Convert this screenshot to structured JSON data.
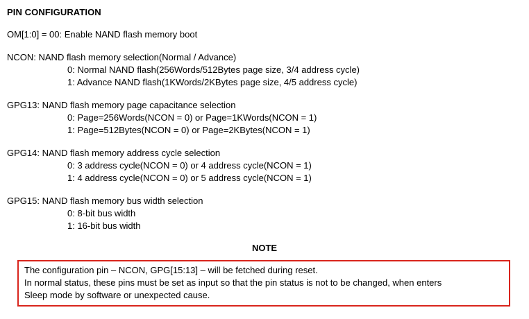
{
  "heading": "PIN CONFIGURATION",
  "om": "OM[1:0] = 00: Enable NAND flash memory boot",
  "ncon": {
    "title": "NCON: NAND flash memory selection(Normal / Advance)",
    "opt0": "0: Normal NAND flash(256Words/512Bytes page size, 3/4 address cycle)",
    "opt1": "1: Advance NAND flash(1KWords/2KBytes page size, 4/5 address cycle)"
  },
  "gpg13": {
    "title": "GPG13: NAND flash memory page capacitance selection",
    "opt0": "0: Page=256Words(NCON = 0) or Page=1KWords(NCON = 1)",
    "opt1": "1: Page=512Bytes(NCON = 0) or Page=2KBytes(NCON = 1)"
  },
  "gpg14": {
    "title": "GPG14: NAND flash memory address cycle selection",
    "opt0": "0: 3 address cycle(NCON = 0) or 4 address cycle(NCON = 1)",
    "opt1": "1: 4 address cycle(NCON = 0) or 5 address cycle(NCON = 1)"
  },
  "gpg15": {
    "title": "GPG15: NAND flash memory bus width selection",
    "opt0": "0: 8-bit bus width",
    "opt1": "1: 16-bit bus width"
  },
  "note": {
    "title": "NOTE",
    "line1": "The configuration pin – NCON, GPG[15:13] – will be fetched during reset.",
    "line2": "In normal status, these pins must be set as input so that the pin status is not to be changed, when enters",
    "line3": "Sleep mode by software or unexpected cause."
  },
  "colors": {
    "note_border": "#d9241c",
    "text": "#000000",
    "background": "#ffffff"
  }
}
